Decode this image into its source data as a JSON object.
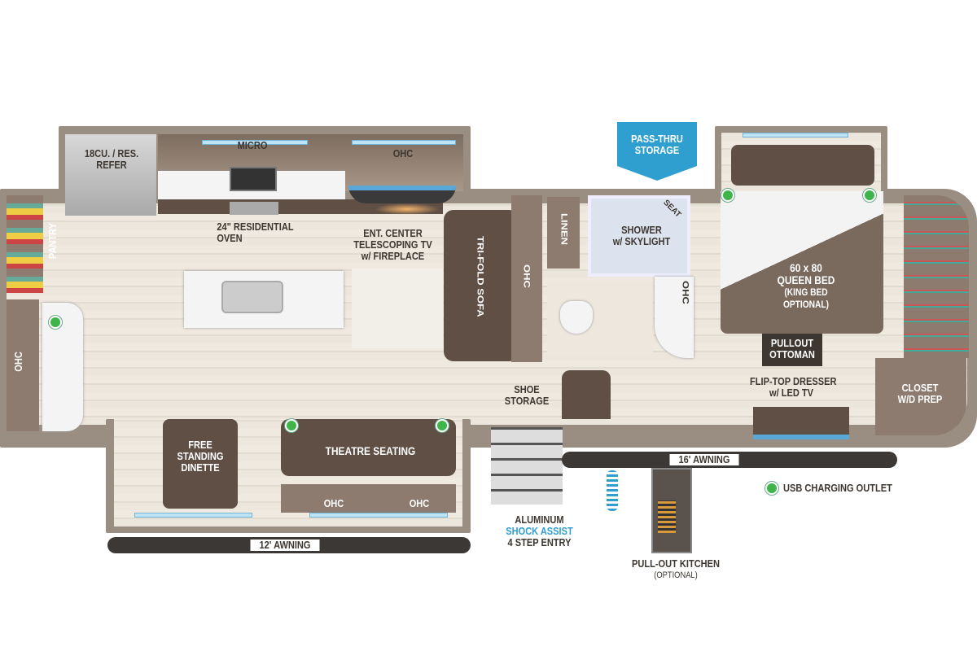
{
  "labels": {
    "refer": [
      "18CU. / RES.",
      "REFER"
    ],
    "micro": "MICRO",
    "ohc": "OHC",
    "oven": [
      "24\" RESIDENTIAL",
      "OVEN"
    ],
    "ent_center": [
      "ENT. CENTER",
      "TELESCOPING TV",
      "w/ FIREPLACE"
    ],
    "pantry": "PANTRY",
    "sofa": "TRI-FOLD SOFA",
    "linen": "LINEN",
    "shower": [
      "SHOWER",
      "w/ SKYLIGHT"
    ],
    "seat": "SEAT",
    "pass_thru": [
      "PASS-THRU",
      "STORAGE"
    ],
    "bed": [
      "60 x 80",
      "QUEEN BED",
      "(KING BED",
      "OPTIONAL)"
    ],
    "ottoman": [
      "PULLOUT",
      "OTTOMAN"
    ],
    "dresser": [
      "FLIP-TOP DRESSER",
      "w/ LED TV"
    ],
    "closet": [
      "CLOSET",
      "W/D PREP"
    ],
    "shoe": [
      "SHOE",
      "STORAGE"
    ],
    "dinette": [
      "FREE",
      "STANDING",
      "DINETTE"
    ],
    "theatre": "THEATRE SEATING",
    "awning_12": "12' AWNING",
    "awning_16": "16' AWNING",
    "entry": [
      "ALUMINUM",
      "SHOCK ASSIST",
      "4 STEP ENTRY"
    ],
    "kitchen": [
      "PULL-OUT KITCHEN",
      "(OPTIONAL)"
    ]
  },
  "legend": {
    "usb": "USB CHARGING OUTLET"
  },
  "colors": {
    "usb": "#3fb44a",
    "accent": "#2f9fd0"
  }
}
